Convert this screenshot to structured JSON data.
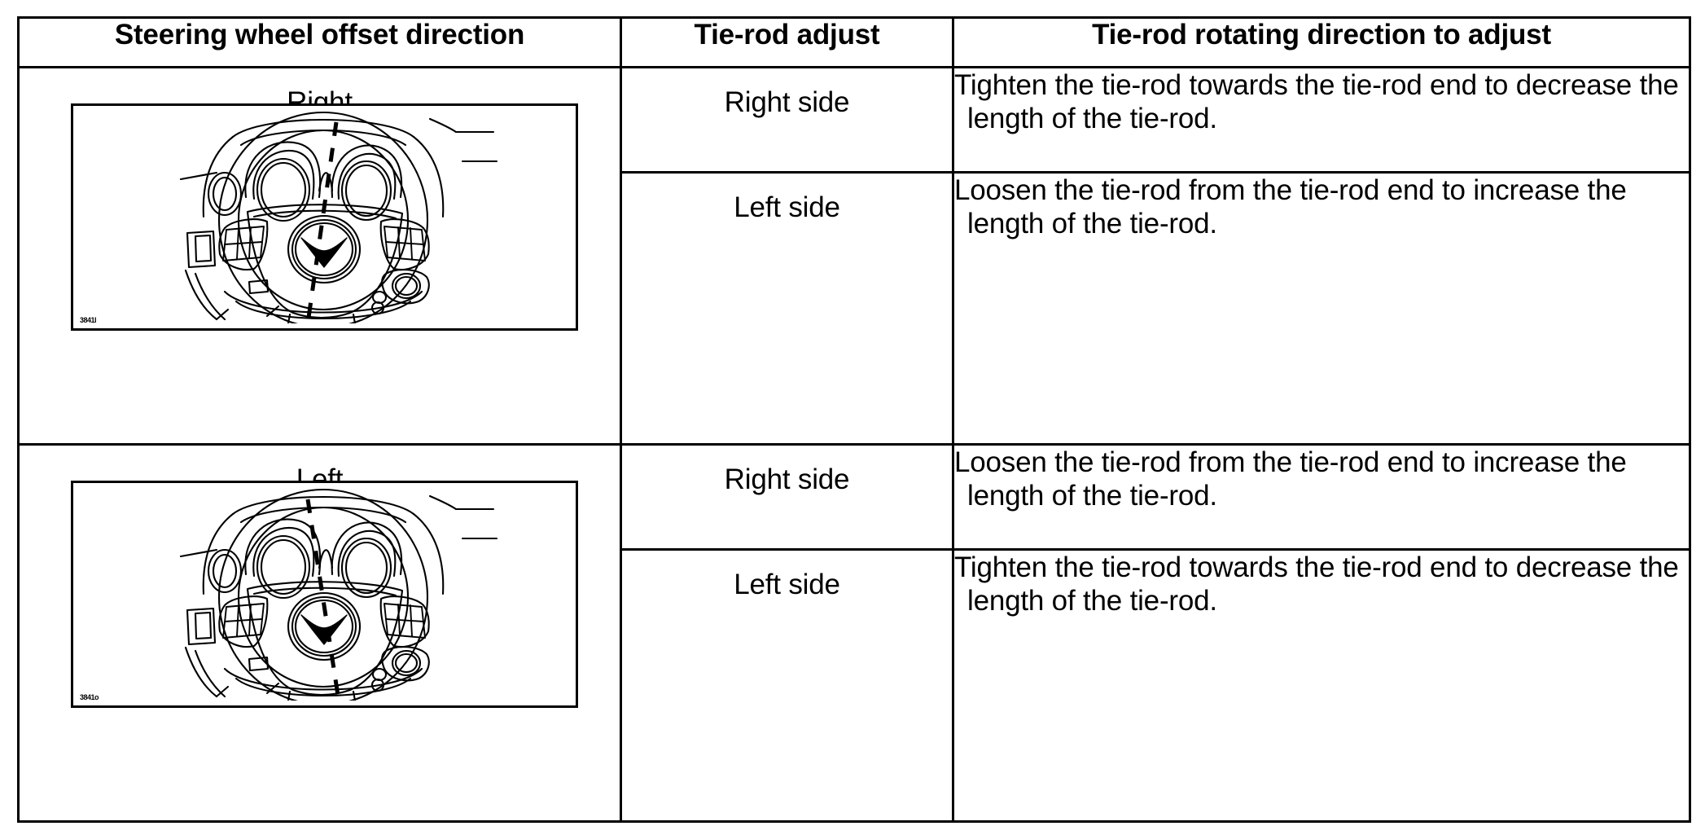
{
  "table": {
    "headers": [
      "Steering wheel offset direction",
      "Tie-rod adjust",
      "Tie-rod rotating direction to adjust"
    ],
    "rows": [
      {
        "direction": "Right",
        "illustration": {
          "name": "steering-wheel-offset-right",
          "code": "3841I",
          "tilt": "right"
        },
        "adjustments": [
          {
            "side": "Right side",
            "action": "Tighten the tie-rod towards the tie-rod end to decrease the length of the tie-rod."
          },
          {
            "side": "Left side",
            "action": "Loosen the tie-rod from the tie-rod end to increase the length of the tie-rod."
          }
        ]
      },
      {
        "direction": "Left",
        "illustration": {
          "name": "steering-wheel-offset-left",
          "code": "3841o",
          "tilt": "left"
        },
        "adjustments": [
          {
            "side": "Right side",
            "action": "Loosen the tie-rod from the tie-rod end to increase the length of the tie-rod."
          },
          {
            "side": "Left side",
            "action": "Tighten the tie-rod towards the tie-rod end to decrease the length of the tie-rod."
          }
        ]
      }
    ]
  },
  "colors": {
    "line": "#000000",
    "background": "#ffffff"
  }
}
